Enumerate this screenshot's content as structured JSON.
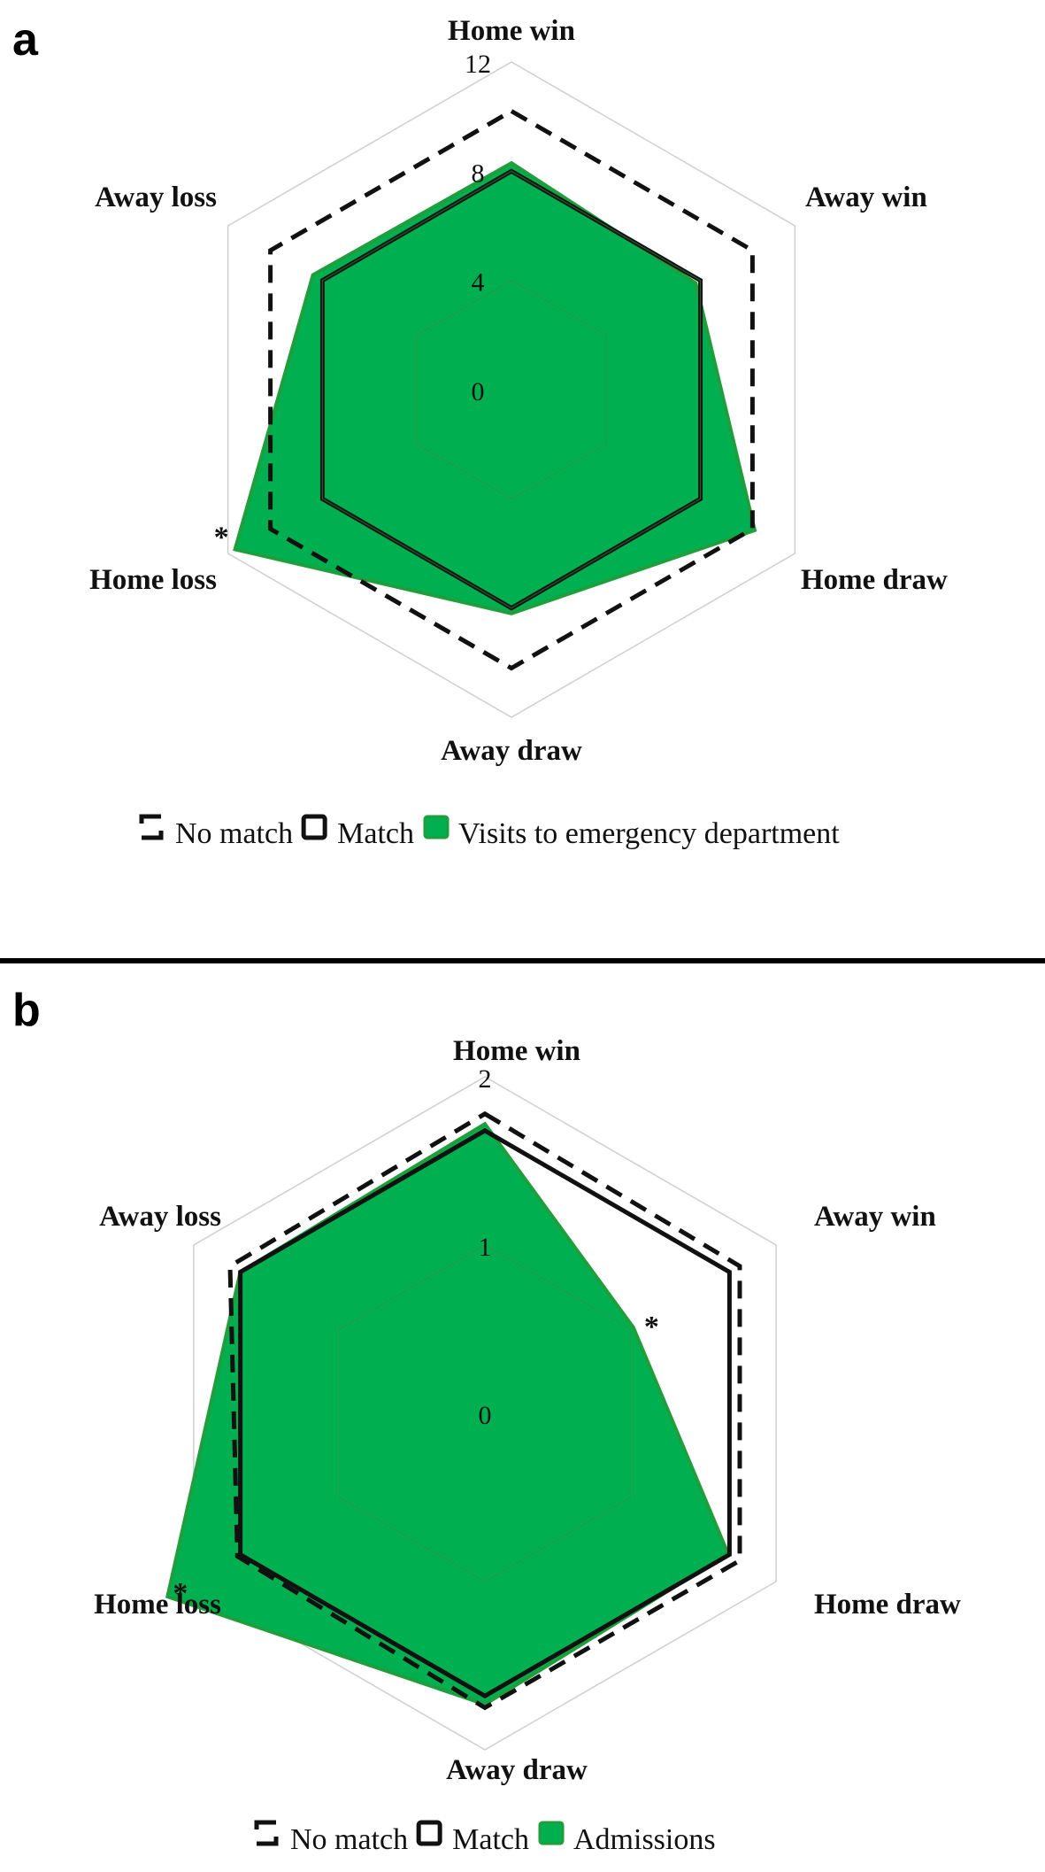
{
  "chart_data": [
    {
      "type": "radar",
      "panel_label": "a",
      "axes": [
        "Home win",
        "Away win",
        "Home draw",
        "Away draw",
        "Home loss",
        "Away loss"
      ],
      "ticks": [
        "12",
        "8",
        "4",
        "0"
      ],
      "tick_values": [
        12,
        8,
        4,
        0
      ],
      "rlim": [
        0,
        12
      ],
      "series": [
        {
          "name": "No match",
          "style": "dashed",
          "values": [
            10.2,
            10.2,
            10.2,
            10.2,
            10.2,
            10.2
          ]
        },
        {
          "name": "Match",
          "style": "solid",
          "values": [
            8.0,
            8.0,
            8.0,
            8.0,
            8.0,
            8.0
          ]
        },
        {
          "name": "Visits to emergency department",
          "style": "fill",
          "values": [
            8.3,
            7.8,
            10.3,
            8.2,
            11.7,
            8.4
          ]
        }
      ],
      "significant": [
        "Home loss"
      ],
      "star": "*",
      "fill_color": "#00b050",
      "line_color": "#111111"
    },
    {
      "type": "radar",
      "panel_label": "b",
      "axes": [
        "Home win",
        "Away win",
        "Home draw",
        "Away draw",
        "Home loss",
        "Away loss"
      ],
      "ticks": [
        "2",
        "1",
        "0"
      ],
      "tick_values": [
        2,
        1,
        0
      ],
      "rlim": [
        0,
        2
      ],
      "series": [
        {
          "name": "No match",
          "style": "dashed",
          "values": [
            1.78,
            1.75,
            1.75,
            1.75,
            1.7,
            1.75
          ]
        },
        {
          "name": "Match",
          "style": "solid",
          "values": [
            1.68,
            1.68,
            1.68,
            1.68,
            1.68,
            1.68
          ]
        },
        {
          "name": "Admissions",
          "style": "fill",
          "values": [
            1.72,
            1.02,
            1.67,
            1.73,
            2.18,
            1.68
          ]
        }
      ],
      "significant": [
        "Away win",
        "Home loss"
      ],
      "star": "*",
      "fill_color": "#00b050",
      "line_color": "#111111"
    }
  ]
}
